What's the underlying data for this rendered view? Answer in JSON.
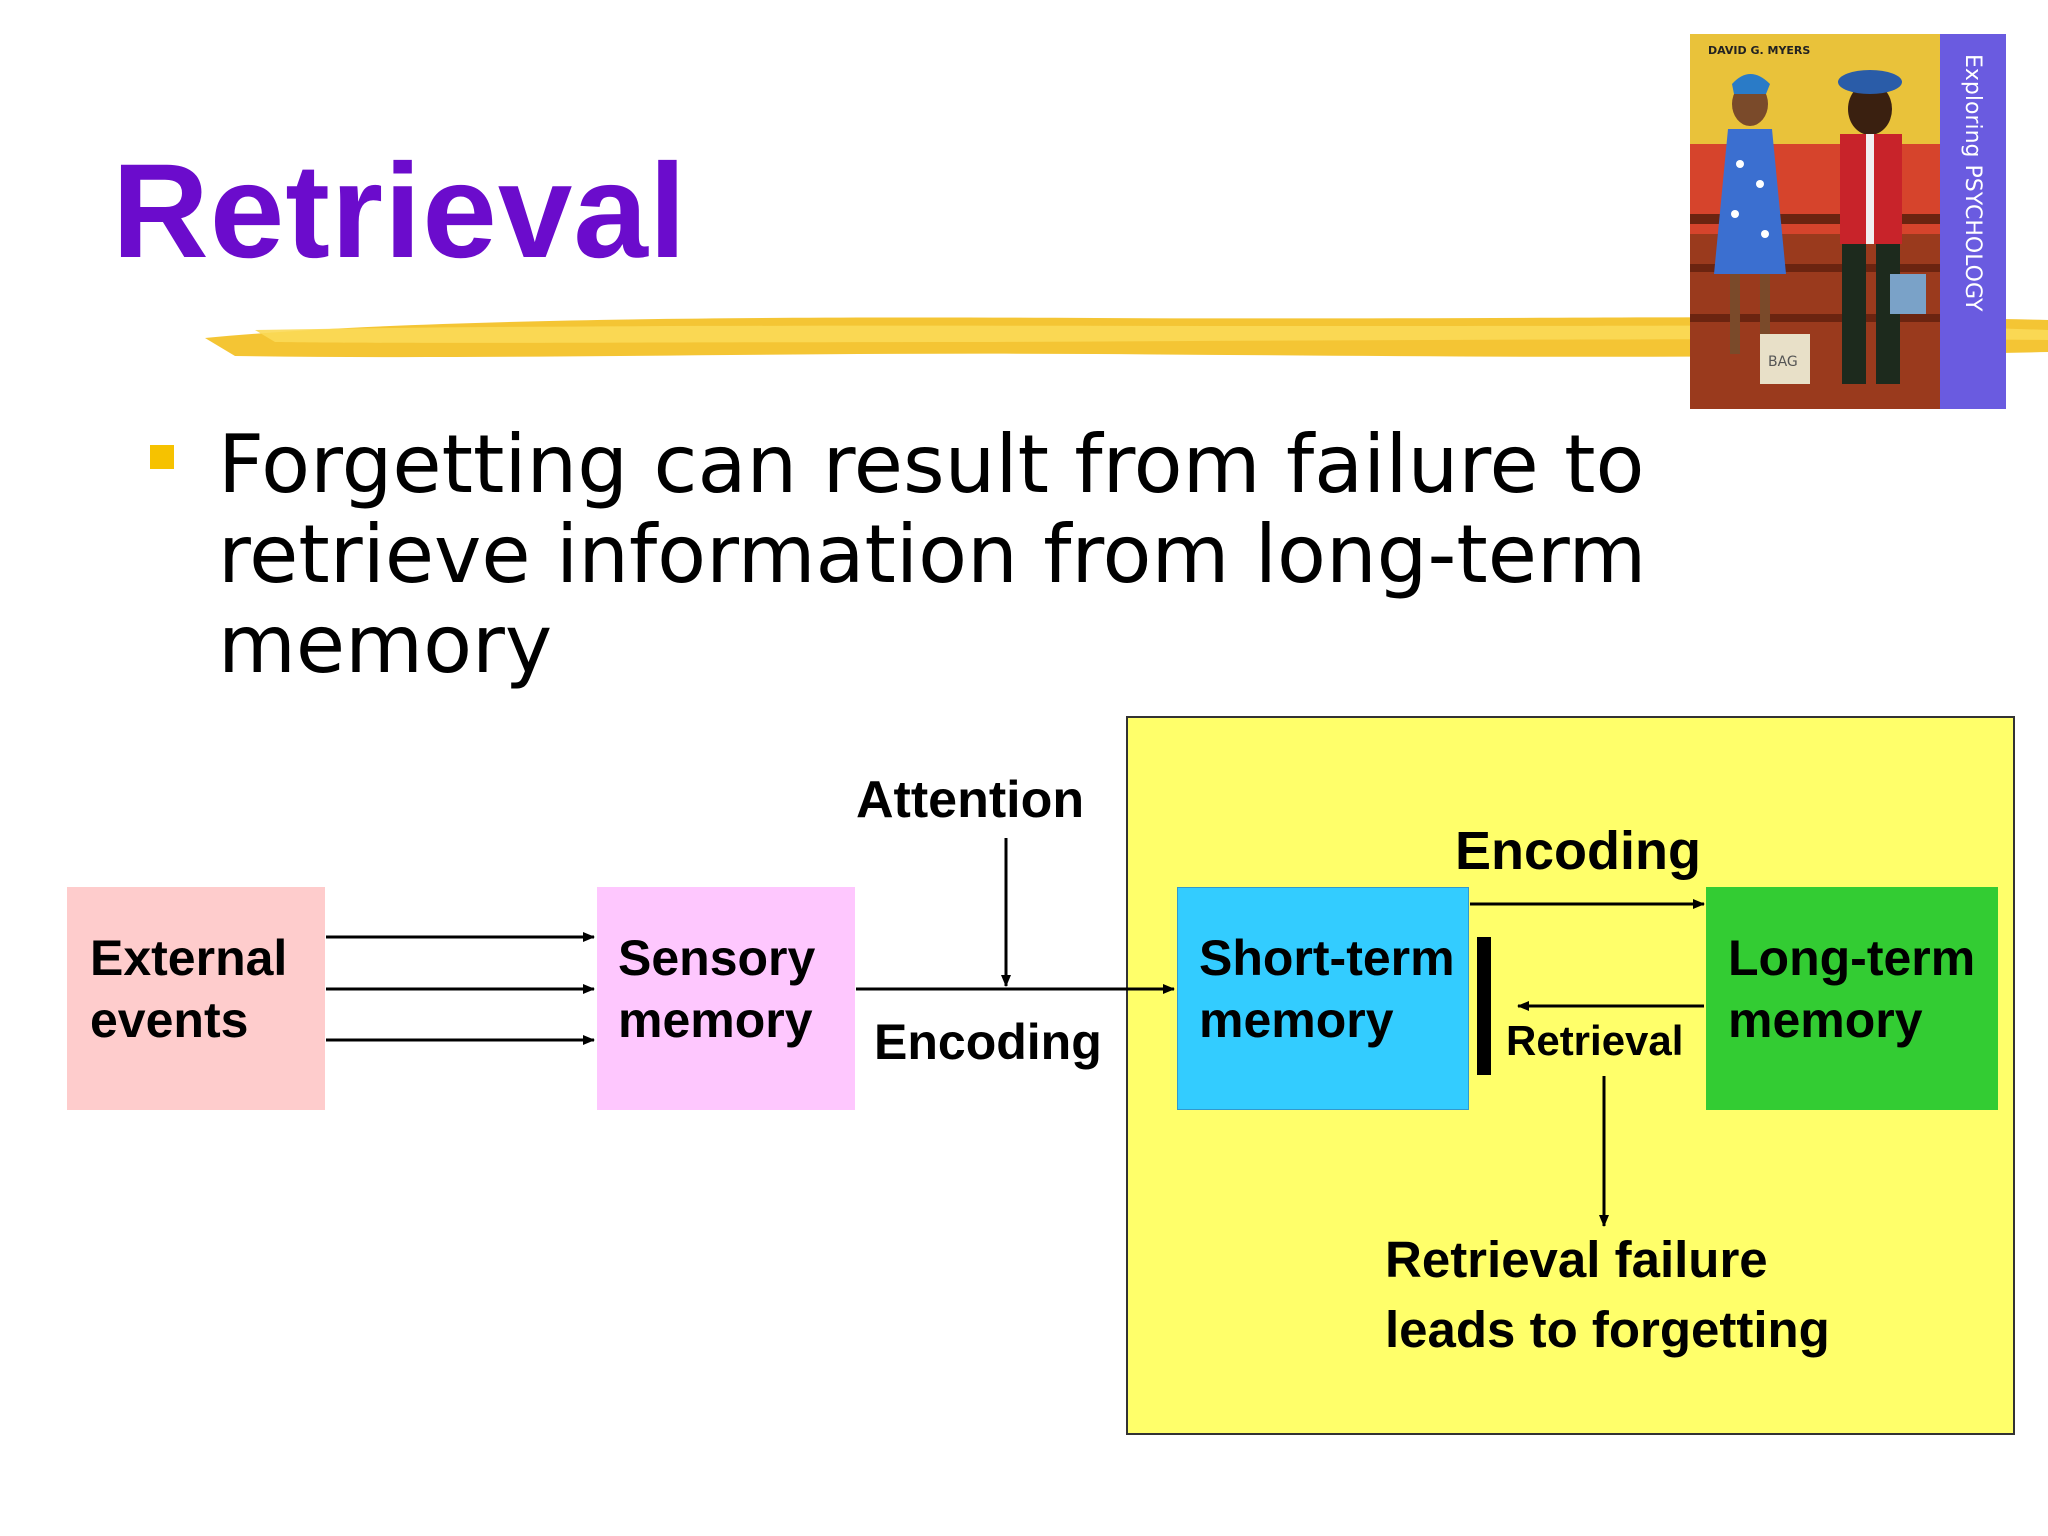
{
  "slide": {
    "title": "Retrieval",
    "bullet": "Forgetting can result from failure to retrieve information from long-term memory"
  },
  "colors": {
    "title": "#6b0ccc",
    "bullet_marker": "#f6c200",
    "brush": "#f3c229",
    "panel": "#ffff6a",
    "external": "#fecccc",
    "sensory": "#fec7fe",
    "short_term": "#33ccff",
    "long_term": "#33cc33"
  },
  "cover": {
    "top_text": "DAVID G. MYERS",
    "spine_title": "Exploring PSYCHOLOGY",
    "bag_label": "BAG"
  },
  "diagram": {
    "external": {
      "line1": "External",
      "line2": "events"
    },
    "sensory": {
      "line1": "Sensory",
      "line2": "memory"
    },
    "short_term": {
      "line1": "Short-term",
      "line2": "memory"
    },
    "long_term": {
      "line1": "Long-term",
      "line2": "memory"
    },
    "attention": "Attention",
    "encoding_sensory": "Encoding",
    "encoding_stm": "Encoding",
    "retrieval": "Retrieval",
    "failure": {
      "line1": "Retrieval failure",
      "line2": "leads to forgetting"
    }
  }
}
